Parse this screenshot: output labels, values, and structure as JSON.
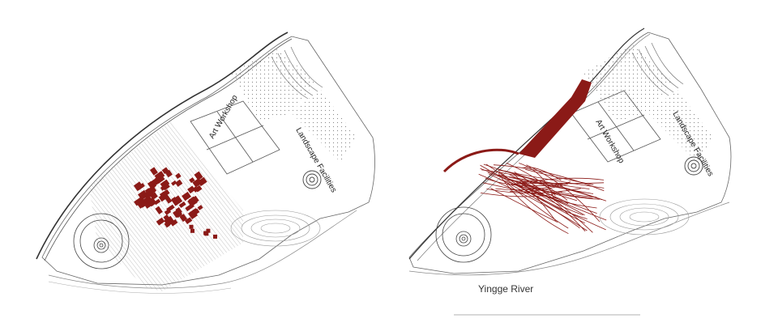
{
  "left_plan": {
    "label_workshop": "Art Workshop",
    "label_landscape": "Landscape Facilities"
  },
  "right_plan": {
    "label_workshop": "Art Workshop",
    "label_landscape": "Landscape Facilities"
  },
  "river_caption": "Yingge River",
  "colors": {
    "accent": "#8b1a17",
    "line": "#555555",
    "light_line": "#9a9a9a"
  }
}
